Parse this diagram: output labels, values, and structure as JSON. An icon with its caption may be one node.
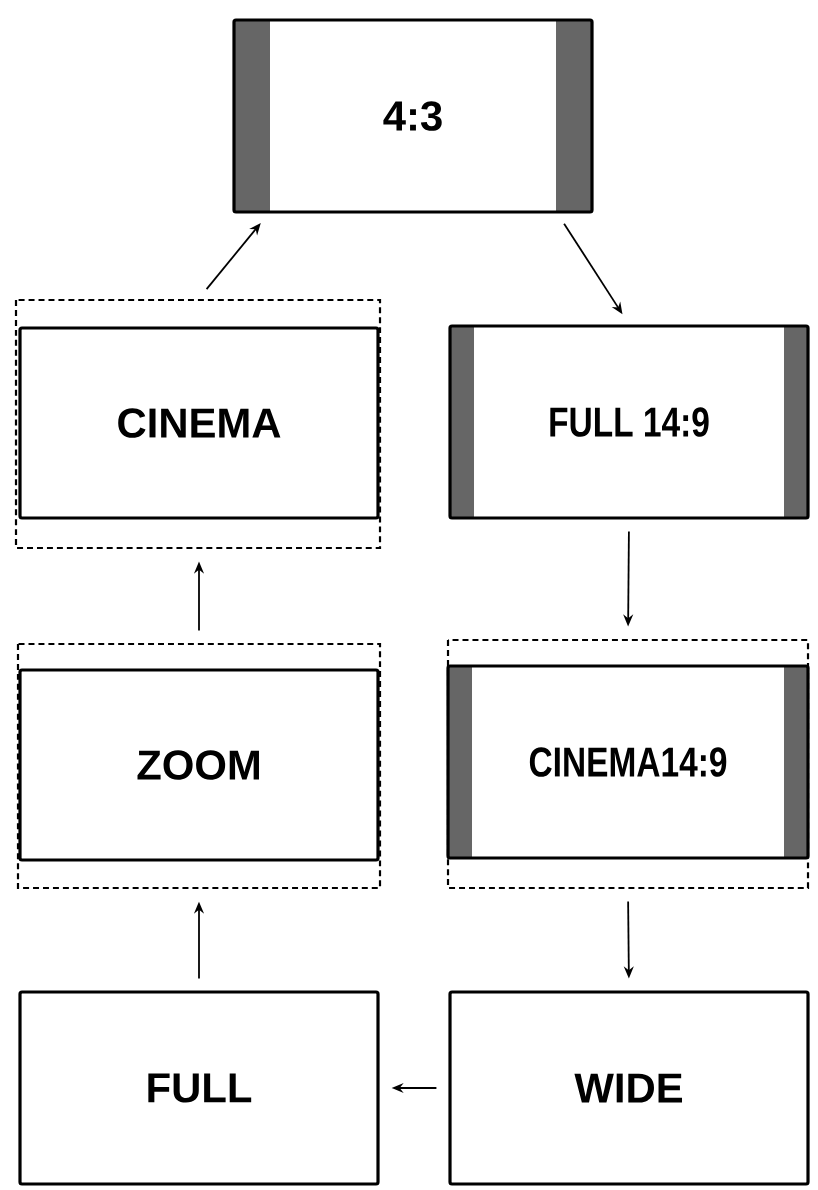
{
  "diagram": {
    "nodes": [
      {
        "text": [
          "4:3"
        ]
      },
      {
        "text": [
          "CINEMA"
        ]
      },
      {
        "text": [
          "FULL 14:9"
        ]
      },
      {
        "text": [
          "ZOOM"
        ]
      },
      {
        "text": [
          "CINEMA14:9"
        ]
      },
      {
        "text": [
          "FULL"
        ]
      },
      {
        "text": [
          "WIDE"
        ]
      }
    ],
    "edges": [
      {
        "from": 1,
        "to": 0,
        "arrow": "to"
      },
      {
        "from": 0,
        "to": 2,
        "arrow": "to"
      },
      {
        "from": 2,
        "to": 4,
        "arrow": "to"
      },
      {
        "from": 4,
        "to": 6,
        "arrow": "to"
      },
      {
        "from": 6,
        "to": 5,
        "arrow": "to"
      },
      {
        "from": 5,
        "to": 3,
        "arrow": "to"
      },
      {
        "from": 3,
        "to": 1,
        "arrow": "to"
      }
    ]
  }
}
